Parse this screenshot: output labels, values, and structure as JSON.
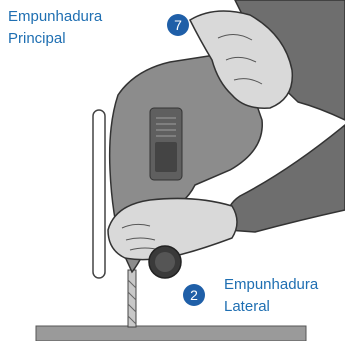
{
  "callouts": {
    "main_handle": {
      "number": "7",
      "line1": "Empunhadura",
      "line2": "Principal"
    },
    "side_handle": {
      "number": "2",
      "line1": "Empunhadura",
      "line2": "Lateral"
    }
  },
  "colors": {
    "label_text": "#1f6fb2",
    "badge_fill": "#1f5fa8",
    "drill_body": "#8c8c8c",
    "sleeve": "#6e6e6e",
    "skin": "#d9d9d9",
    "outline": "#333333"
  }
}
